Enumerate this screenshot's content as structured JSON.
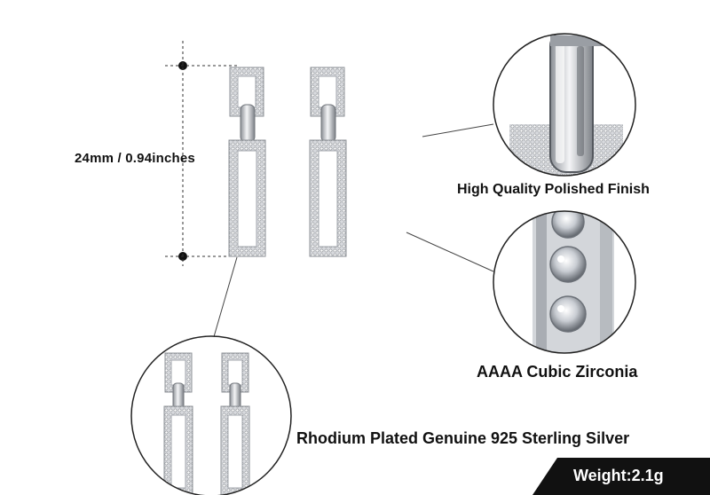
{
  "dimension_label": "24mm / 0.94inches",
  "features": {
    "finish": "High Quality Polished Finish",
    "stone": "AAAA Cubic Zirconia",
    "material": "Rhodium Plated Genuine 925 Sterling Silver"
  },
  "weight_label": "Weight:2.1g",
  "colors": {
    "badge_background": "#111111",
    "badge_text": "#ffffff",
    "silver": "#c9ccd1",
    "line": "#333333"
  }
}
